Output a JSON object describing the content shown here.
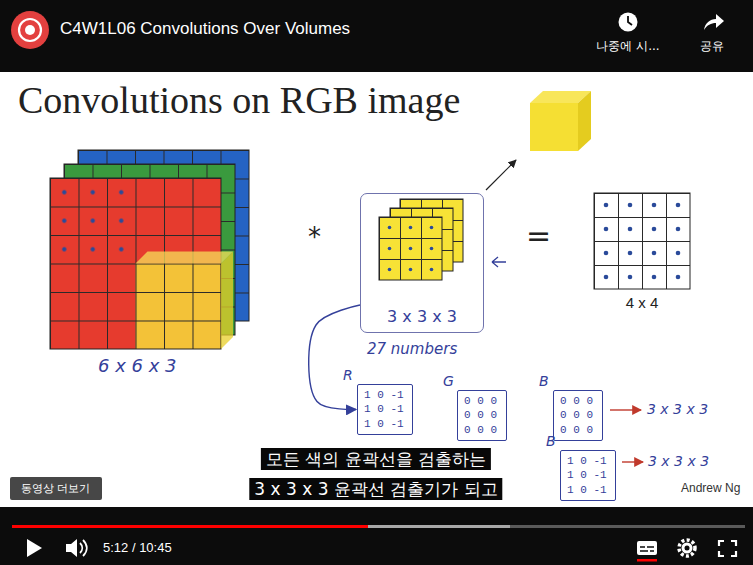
{
  "diagram": {
    "title": "Convolutions on RGB image",
    "nodes": [
      {
        "text": [
          "3 x 3 x 3"
        ]
      },
      {
        "text": [
          "R",
          "1 0 -1 1 0 -1 1 0 -1"
        ]
      },
      {
        "text": [
          "G",
          "0 0 0 0 0 0 0 0 0"
        ]
      },
      {
        "text": [
          "B",
          "0 0 0 0 0 0 0 0 0"
        ]
      },
      {
        "text": [
          "B",
          "1 0 -1 1 0 -1 1 0 -1"
        ]
      }
    ],
    "edges": [
      {
        "from": 0,
        "to": 1,
        "arrow": "to"
      }
    ],
    "labels": [
      "C4W1L06 Convolutions Over Volumes",
      "나중에 시...",
      "공유",
      "6 x 6 x 3",
      "*",
      "=",
      "4 x 4",
      "27 numbers",
      "3 x 3 x 3",
      "3 x 3 x 3",
      "모든 색의 윤곽선을 검출하는",
      "3 x 3 x 3 윤곽선 검출기가 되고",
      "Andrew Ng",
      "동영상 더보기",
      "5:12 / 10:45"
    ]
  }
}
